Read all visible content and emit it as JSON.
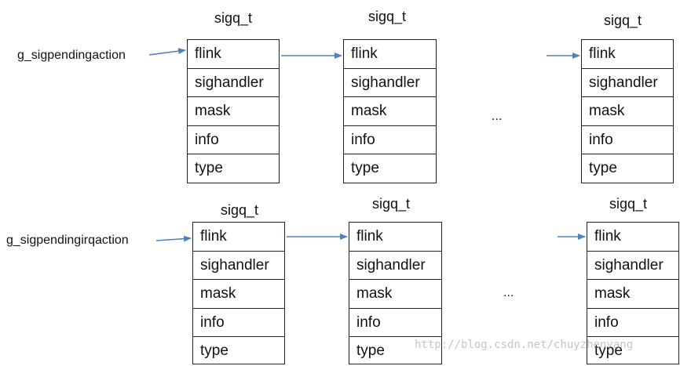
{
  "colors": {
    "arrow": "#4f81bd",
    "border": "#222222"
  },
  "rows": [
    {
      "head_label": "g_sigpendingaction",
      "ellipsis": "...",
      "nodes": [
        {
          "title": "sigq_t",
          "fields": [
            "flink",
            "sighandler",
            "mask",
            "info",
            "type"
          ]
        },
        {
          "title": "sigq_t",
          "fields": [
            "flink",
            "sighandler",
            "mask",
            "info",
            "type"
          ]
        },
        {
          "title": "sigq_t",
          "fields": [
            "flink",
            "sighandler",
            "mask",
            "info",
            "type"
          ]
        }
      ]
    },
    {
      "head_label": "g_sigpendingirqaction",
      "ellipsis": "...",
      "nodes": [
        {
          "title": "sigq_t",
          "fields": [
            "flink",
            "sighandler",
            "mask",
            "info",
            "type"
          ]
        },
        {
          "title": "sigq_t",
          "fields": [
            "flink",
            "sighandler",
            "mask",
            "info",
            "type"
          ]
        },
        {
          "title": "sigq_t",
          "fields": [
            "flink",
            "sighandler",
            "mask",
            "info",
            "type"
          ]
        }
      ]
    }
  ],
  "watermark": "http://blog.csdn.net/chuyzhenyang"
}
